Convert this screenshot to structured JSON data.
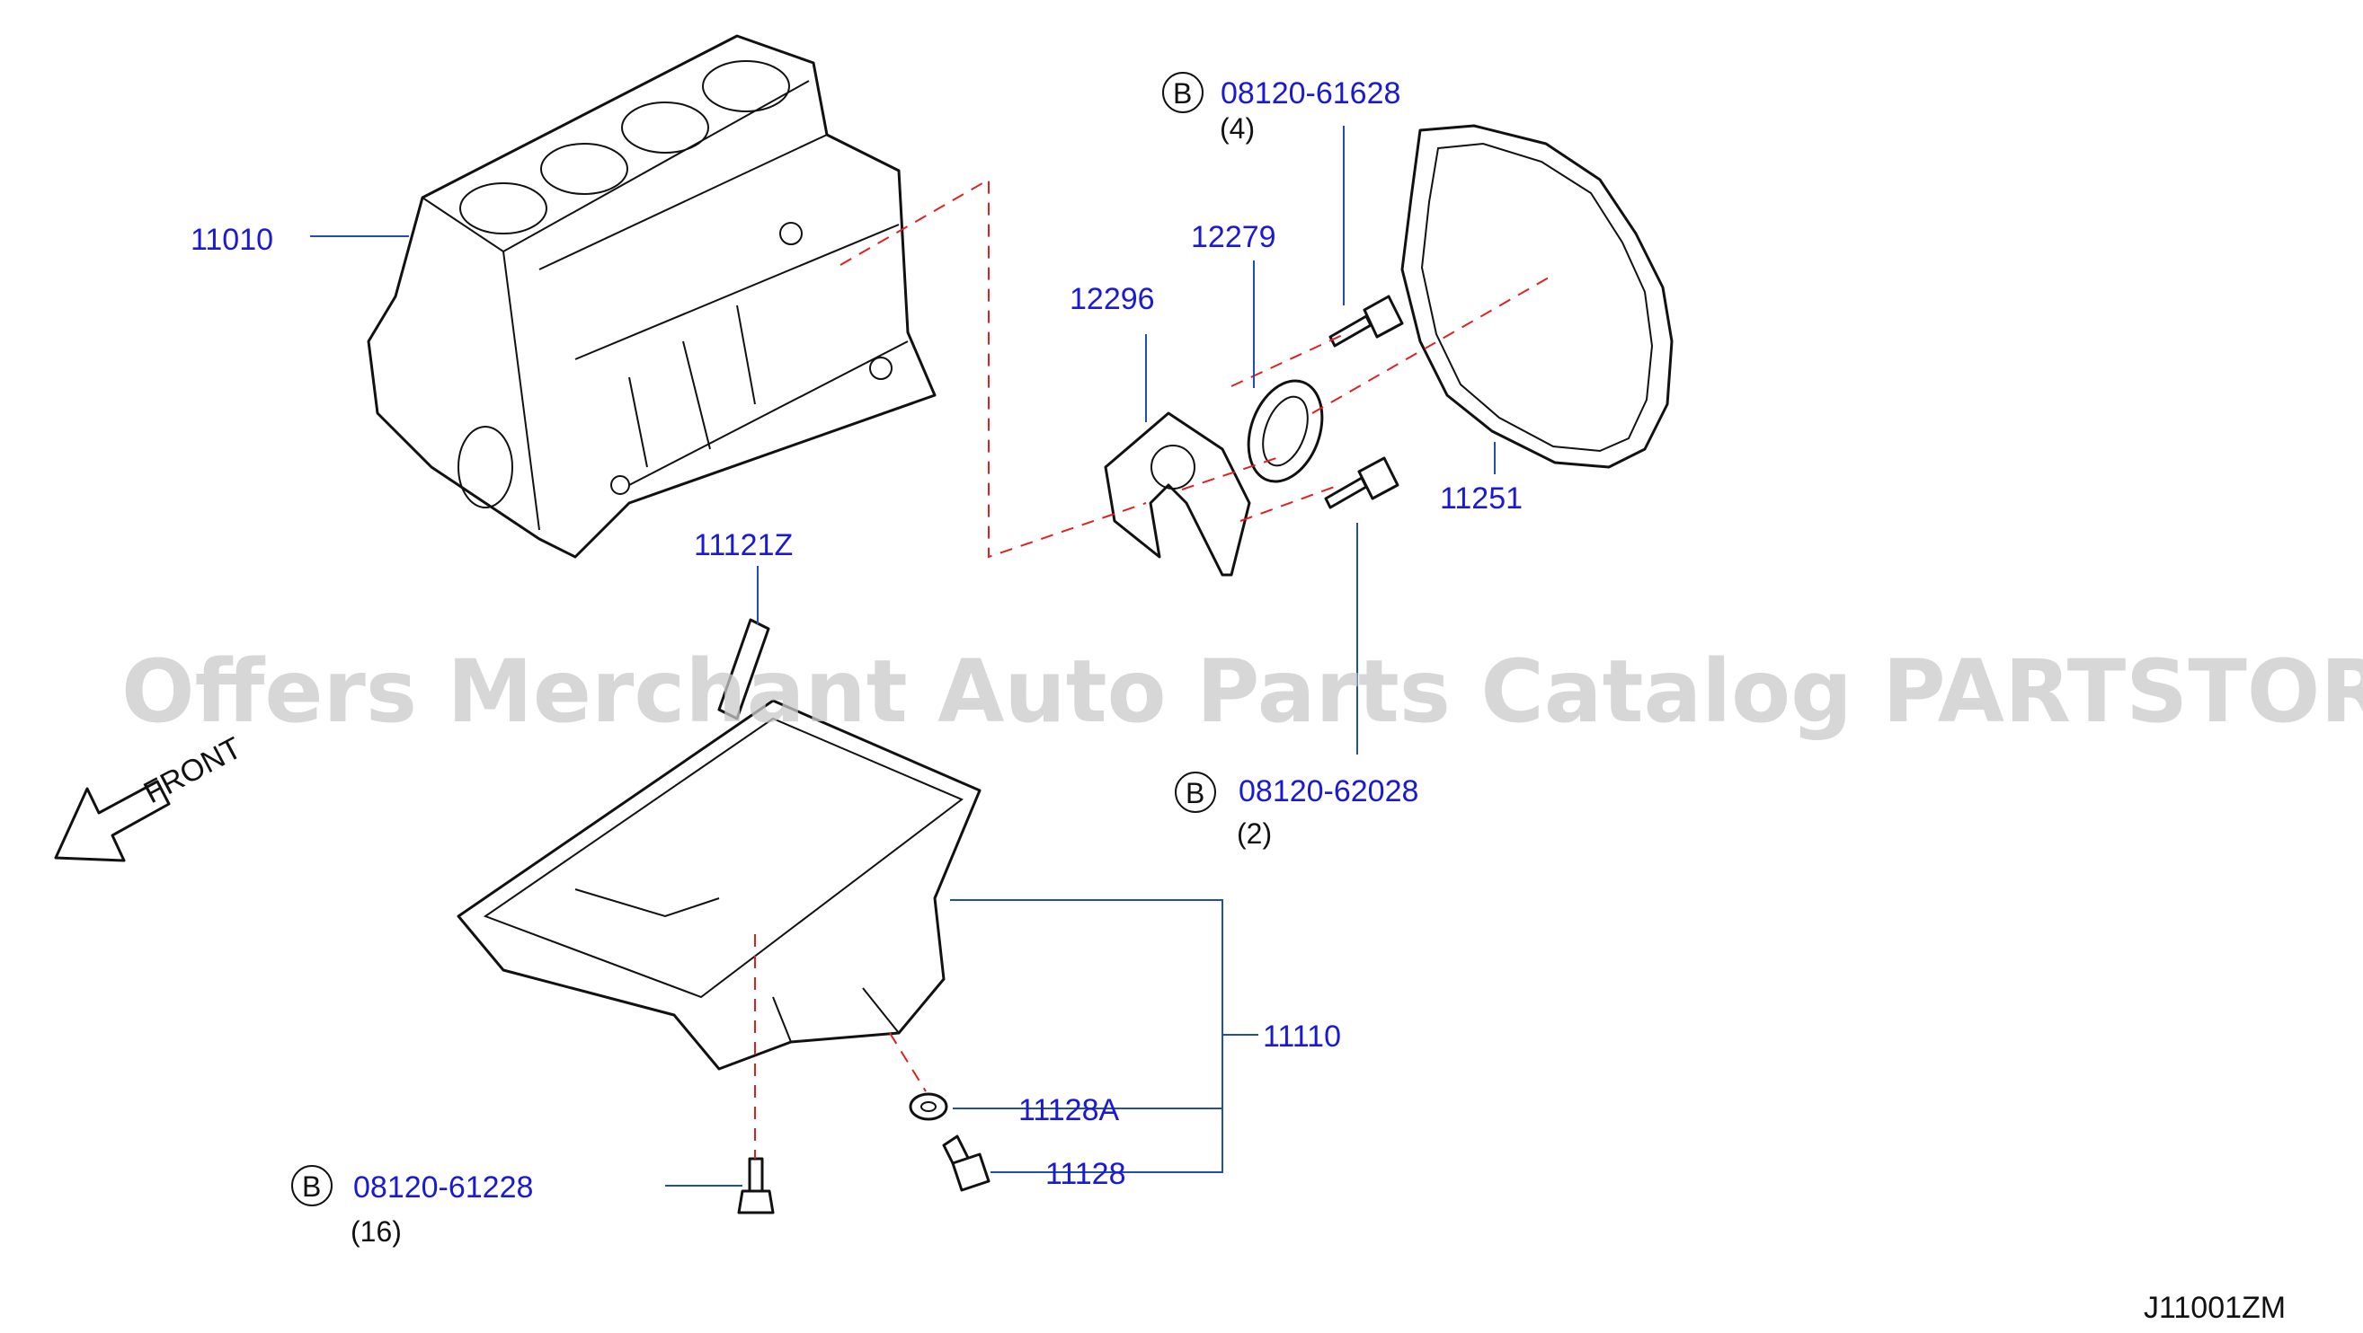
{
  "watermark": "Offers Merchant Auto Parts Catalog PARTSTORE.SA",
  "diagram_code": "J11001ZM",
  "front_label": "FRONT",
  "bolt_symbol": "B",
  "parts": {
    "cylinder_block": "11010",
    "oil_level_gauge_guide": "11121Z",
    "rear_oil_seal_retainer": "12296",
    "rear_oil_seal": "12279",
    "rear_plate_gasket": "11251",
    "oil_pan": "11110",
    "drain_washer": "11128A",
    "drain_plug": "11128"
  },
  "bolts": {
    "upper": {
      "part": "08120-61628",
      "qty": "(4)"
    },
    "middle": {
      "part": "08120-62028",
      "qty": "(2)"
    },
    "lower": {
      "part": "08120-61228",
      "qty": "(16)"
    }
  },
  "colors": {
    "label": "#1a1ad6",
    "leader": "#1f4fa8",
    "dashed": "#e02020",
    "watermark": "#c9c9c9"
  }
}
